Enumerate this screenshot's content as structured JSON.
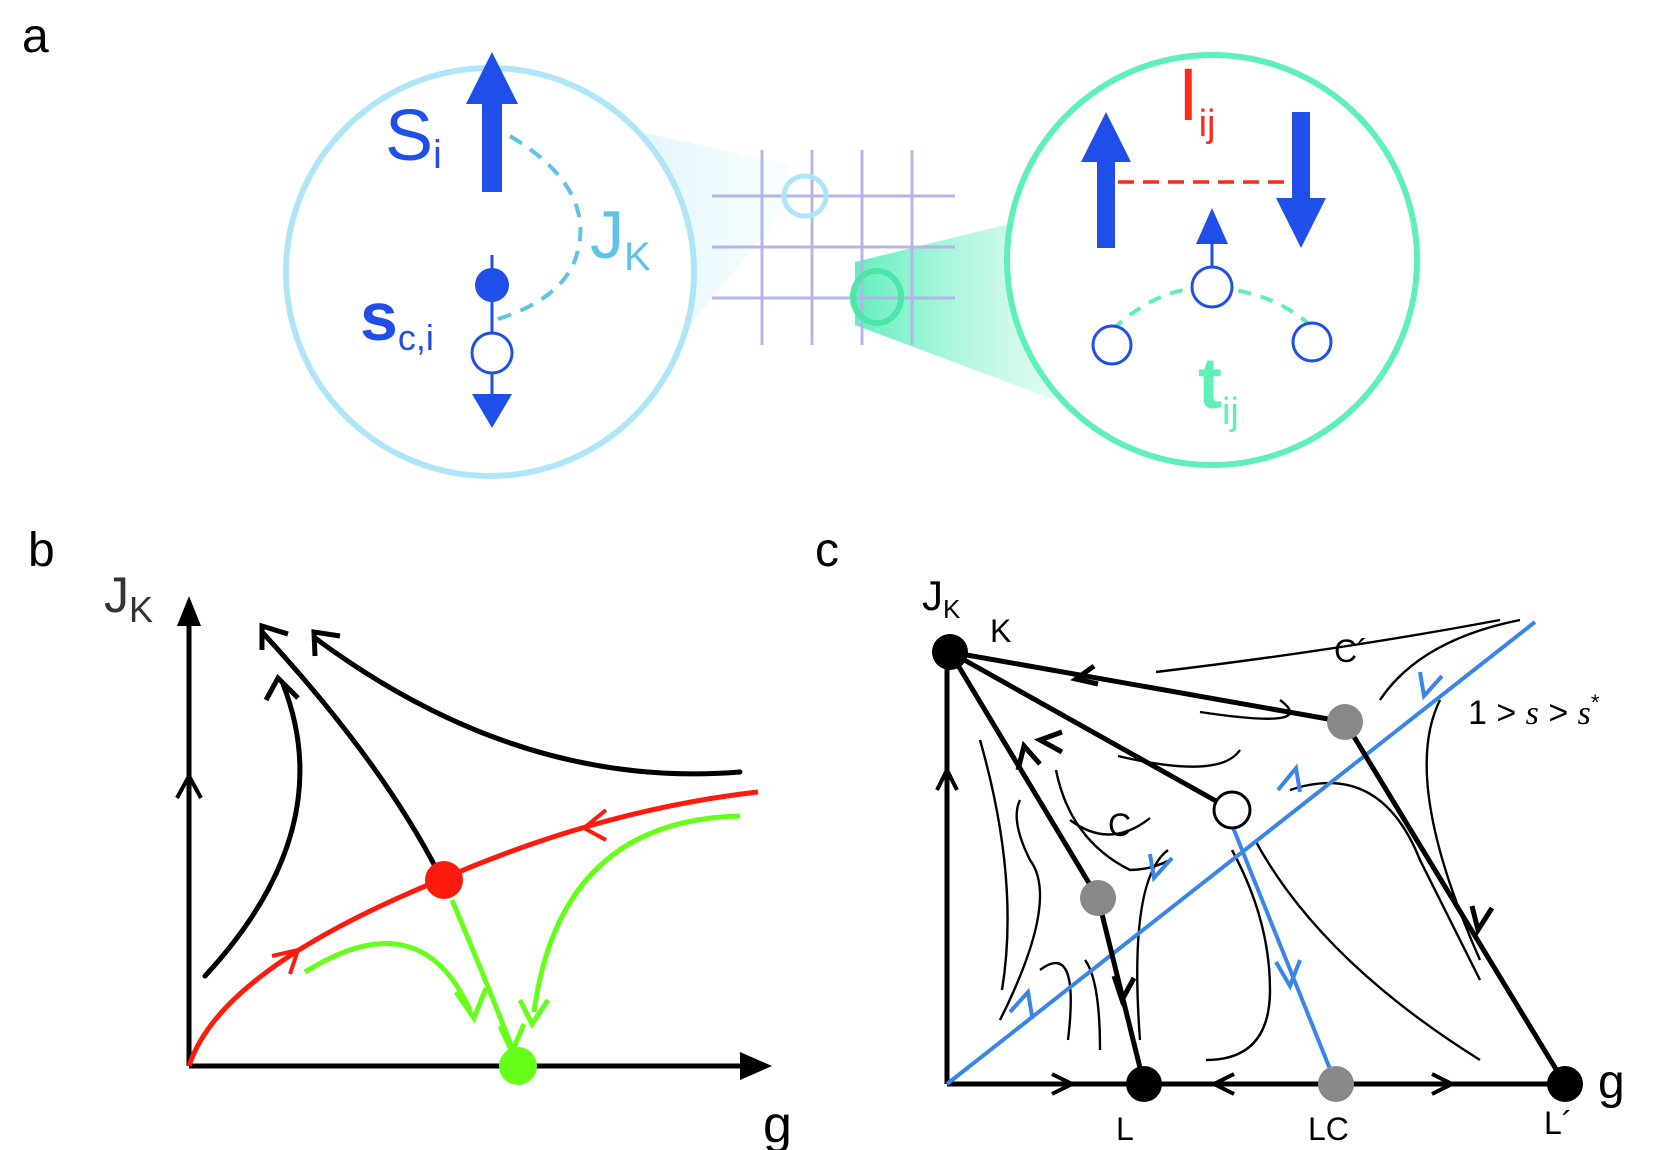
{
  "panels": {
    "a": {
      "letter": "a",
      "spin_big": "S",
      "spin_big_sub": "i",
      "kondo": "J",
      "kondo_sub": "K",
      "spin_small": "s",
      "spin_small_sub": "c,i",
      "exchange": "I",
      "exchange_sub": "ij",
      "hopping": "t",
      "hopping_sub": "ij"
    },
    "b": {
      "letter": "b",
      "y_axis": "J",
      "y_axis_sub": "K",
      "x_axis": "g"
    },
    "c": {
      "letter": "c",
      "y_axis": "J",
      "y_axis_sub": "K",
      "x_axis": "g",
      "points": {
        "K": "K",
        "C_prime": "C´",
        "C": "C",
        "L": "L",
        "LC": "LC",
        "L_prime": "L´"
      },
      "condition_prefix": "1 > ",
      "condition_s": "s",
      "condition_mid": " > ",
      "condition_s2": "s",
      "condition_star": "*"
    }
  },
  "colors": {
    "blue": "#1f4fe8",
    "light_blue": "#aee6f8",
    "mid_blue": "#5cc4e8",
    "teal": "#5ef0b8",
    "red": "#ff1a0e",
    "green": "#66ff1a",
    "flow_blue": "#3a86e8",
    "gray": "#888888"
  }
}
